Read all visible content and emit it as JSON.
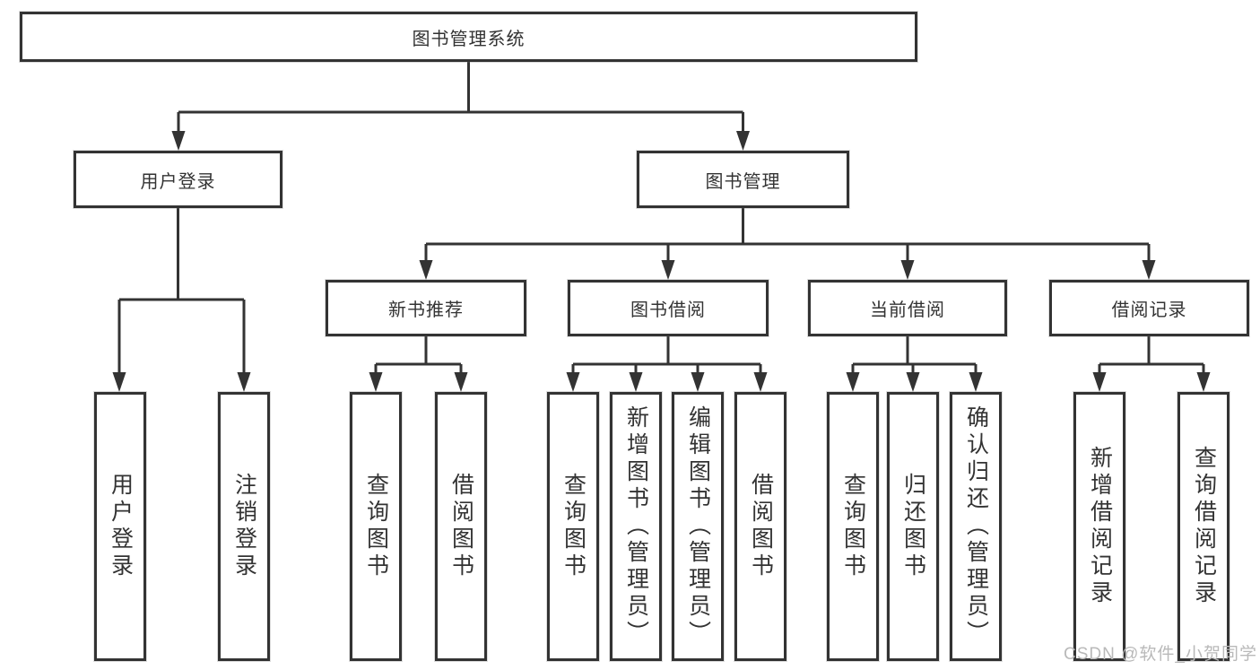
{
  "diagram_type": "hierarchy-diagram",
  "colors": {
    "background": "#ffffff",
    "line": "#333333",
    "box_border": "#333333",
    "text": "#333333",
    "watermark": "#b9b9b9"
  },
  "watermark": {
    "text": "CSDN @软件_小贺同学"
  },
  "tree": {
    "label": "图书管理系统",
    "children": [
      {
        "label": "用户登录",
        "children": [
          {
            "label": "用户登录"
          },
          {
            "label": "注销登录"
          }
        ]
      },
      {
        "label": "图书管理",
        "children": [
          {
            "label": "新书推荐",
            "children": [
              {
                "label": "查询图书"
              },
              {
                "label": "借阅图书"
              }
            ]
          },
          {
            "label": "图书借阅",
            "children": [
              {
                "label": "查询图书"
              },
              {
                "label": "新增图书（管理员）"
              },
              {
                "label": "编辑图书（管理员）"
              },
              {
                "label": "借阅图书"
              }
            ]
          },
          {
            "label": "当前借阅",
            "children": [
              {
                "label": "查询图书"
              },
              {
                "label": "归还图书"
              },
              {
                "label": "确认归还（管理员）"
              }
            ]
          },
          {
            "label": "借阅记录",
            "children": [
              {
                "label": "新增借阅记录"
              },
              {
                "label": "查询借阅记录"
              }
            ]
          }
        ]
      }
    ]
  }
}
